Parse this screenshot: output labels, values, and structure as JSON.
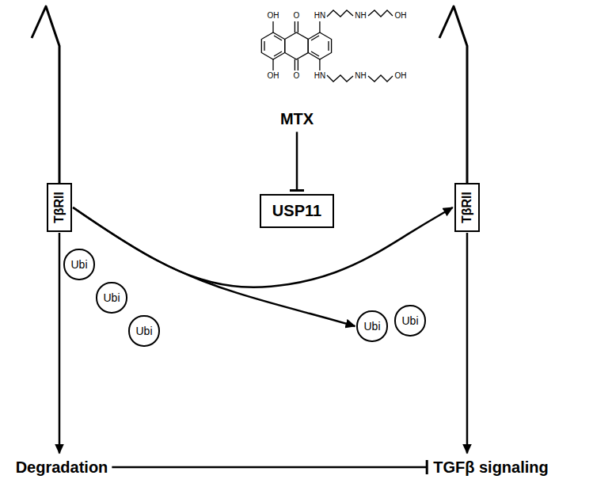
{
  "diagram": {
    "nodes": [
      {
        "text": [
          "MTX"
        ]
      },
      {
        "text": [
          "TβRII"
        ]
      },
      {
        "text": [
          "Ubi"
        ]
      },
      {
        "text": [
          "Ubi"
        ]
      },
      {
        "text": [
          "Ubi"
        ]
      },
      {
        "text": [
          "USP11"
        ]
      },
      {
        "text": [
          "TβRII"
        ]
      },
      {
        "text": [
          "Ubi"
        ]
      },
      {
        "text": [
          "Ubi"
        ]
      },
      {
        "text": [
          "Degradation"
        ]
      },
      {
        "text": [
          "TGFβ signaling"
        ]
      }
    ],
    "edges": [
      {
        "from": 0,
        "to": 5,
        "arrow": "to"
      },
      {
        "from": 1,
        "to": 6,
        "arrow": "to"
      },
      {
        "from": 1,
        "to": 7,
        "arrow": "to"
      },
      {
        "from": 1,
        "to": 9,
        "arrow": "to"
      },
      {
        "from": 6,
        "to": 10,
        "arrow": "to"
      },
      {
        "from": 9,
        "to": 10,
        "arrow": "to"
      }
    ],
    "labels": [
      "OH",
      "O",
      "HN",
      "NH",
      "OH",
      "OH",
      "O",
      "HN",
      "NH",
      "OH"
    ]
  }
}
